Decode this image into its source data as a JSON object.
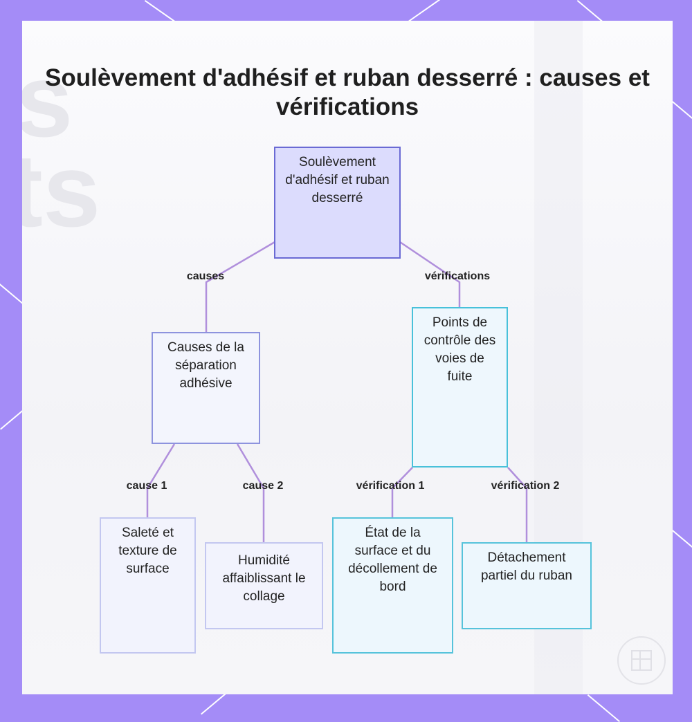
{
  "title": "Soulèvement d'adhésif et ruban desserré : causes et vérifications",
  "nodes": {
    "root": "Soulèvement d'adhésif et ruban desserré",
    "causes": "Causes de la séparation adhésive",
    "checks": "Points de contrôle des voies de fuite",
    "cause1": "Saleté et texture de surface",
    "cause2": "Humidité affaiblissant le collage",
    "check1": "État de la surface et du décollement de bord",
    "check2": "Détachement partiel du ruban"
  },
  "edges": {
    "causes": "causes",
    "checks": "vérifications",
    "cause1": "cause 1",
    "cause2": "cause 2",
    "check1": "vérification 1",
    "check2": "vérification 2"
  },
  "colors": {
    "frame": "#a48cf7",
    "edge": "#b08fdc",
    "root_border": "#6a6ad4",
    "check_border": "#48c1da"
  }
}
